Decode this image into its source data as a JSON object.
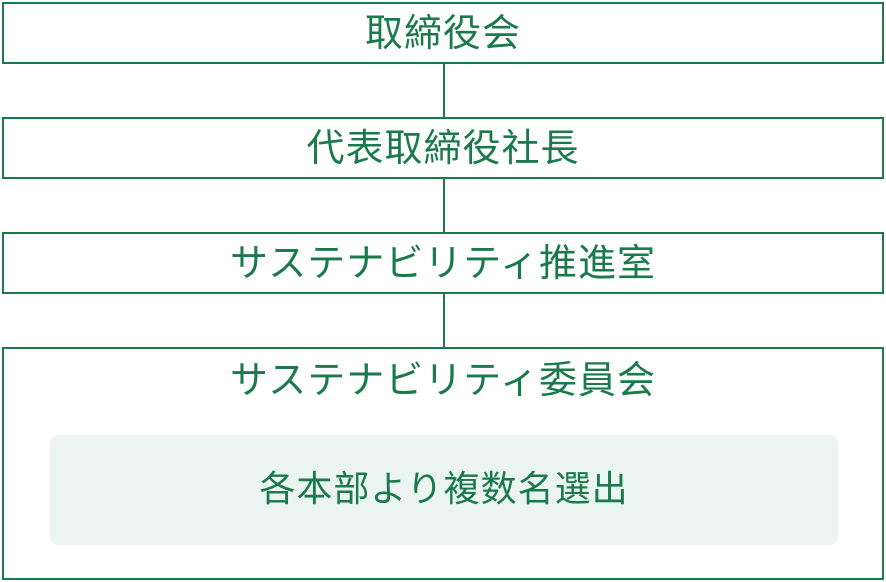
{
  "colors": {
    "primary": "#1a7a4c",
    "inner_fill": "#ebf4f0",
    "background": "#ffffff"
  },
  "nodes": [
    {
      "label": "取締役会"
    },
    {
      "label": "代表取締役社長"
    },
    {
      "label": "サステナビリティ推進室"
    },
    {
      "label": "サステナビリティ委員会",
      "sub_label": "各本部より複数名選出"
    }
  ]
}
